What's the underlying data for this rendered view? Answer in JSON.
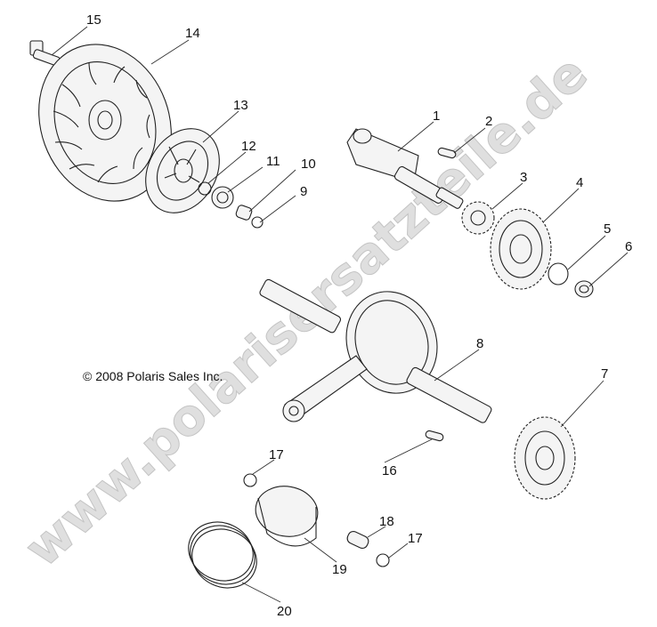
{
  "copyright": "© 2008 Polaris Sales Inc.",
  "watermark": "www.polarisersatzteile.de",
  "callouts": [
    "1",
    "2",
    "3",
    "4",
    "5",
    "6",
    "7",
    "8",
    "9",
    "10",
    "11",
    "12",
    "13",
    "14",
    "15",
    "16",
    "17",
    "17",
    "18",
    "19",
    "20"
  ],
  "colors": {
    "line": "#222222",
    "watermark": "#d9d9d9",
    "background": "#ffffff"
  }
}
